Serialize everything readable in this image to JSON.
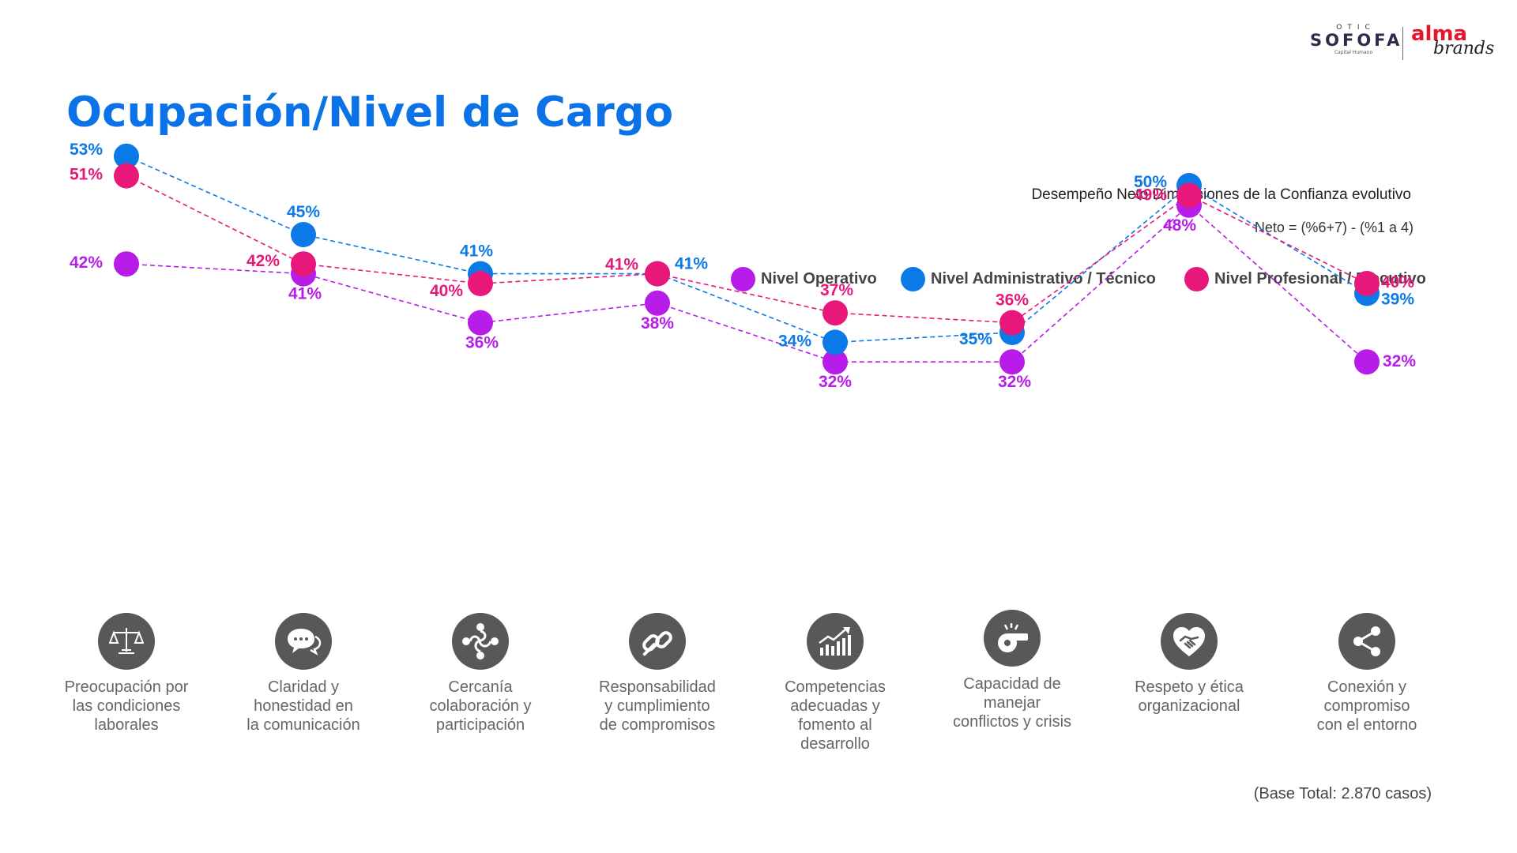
{
  "page": {
    "title": "Ocupación/Nivel de Cargo"
  },
  "logos": {
    "otic_small": "OTIC",
    "otic_big": "SOFOFA",
    "otic_sub": "Capital Humano",
    "alma": "alma",
    "brands": "brands"
  },
  "colors": {
    "title": "#0b72e7",
    "operativo": "#b81ce8",
    "administrativo": "#0b79e6",
    "profesional": "#e8187a",
    "icon_bg": "#58585a"
  },
  "chart_data": {
    "type": "line",
    "title": "Desempeño Neto Dimensiones de la Confianza evolutivo",
    "subtitle": "Neto = (%6+7) - (%1 a 4)",
    "categories": [
      "Preocupación por\nlas condiciones\nlaborales",
      "Claridad y\nhonestidad en\nla comunicación",
      "Cercanía\ncolaboración y\nparticipación",
      "Responsabilidad\ny cumplimiento\nde compromisos",
      "Competencias\nadecuadas y\nfomento al\ndesarrollo",
      "Capacidad de\nmanejar\nconflictos y crisis",
      "Respeto y ética\norganizacional",
      "Conexión y\ncompromiso\ncon el entorno"
    ],
    "icons": [
      "scale-icon",
      "speech-bubbles-icon",
      "collaboration-icon",
      "chain-link-icon",
      "growth-chart-icon",
      "whistle-icon",
      "handshake-heart-icon",
      "share-icon"
    ],
    "series": [
      {
        "name": "Nivel Operativo",
        "color": "#b81ce8",
        "values": [
          42,
          41,
          36,
          38,
          32,
          32,
          48,
          32
        ]
      },
      {
        "name": "Nivel Administrativo / Técnico",
        "color": "#0b79e6",
        "values": [
          53,
          45,
          41,
          41,
          34,
          35,
          50,
          39
        ]
      },
      {
        "name": "Nivel Profesional / Ejecutivo",
        "color": "#e8187a",
        "values": [
          51,
          42,
          40,
          41,
          37,
          36,
          49,
          40
        ]
      }
    ],
    "value_suffix": "%",
    "ylim": [
      20,
      60
    ],
    "grid": false,
    "line_style": "dashed",
    "legend_position": "top-right"
  },
  "footer": {
    "base_note": "(Base Total: 2.870 casos)"
  }
}
